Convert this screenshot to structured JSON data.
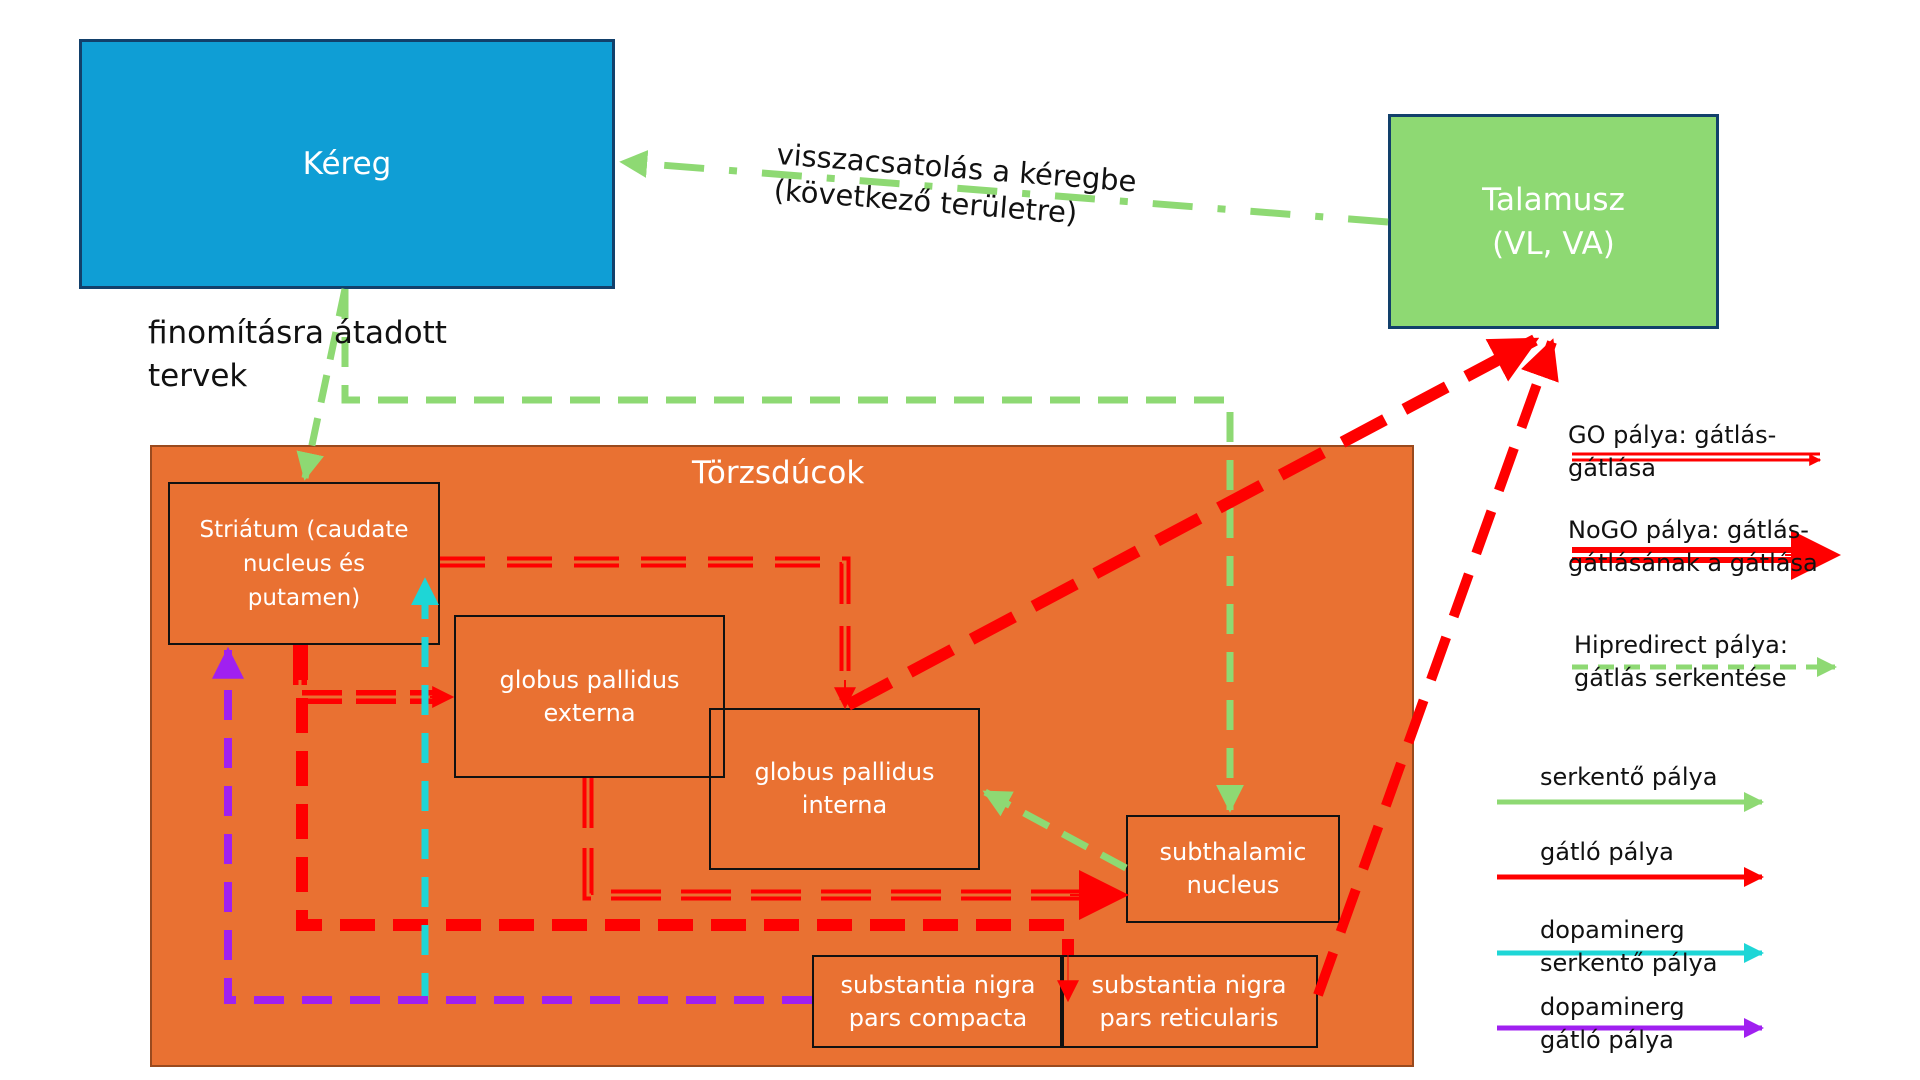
{
  "nodes": {
    "kereg": {
      "label": "Kéreg"
    },
    "talamusz": {
      "line1": "Talamusz",
      "line2": "(VL, VA)"
    },
    "torzsducok": {
      "label": "Törzsdúcok"
    },
    "striatum": {
      "line1": "Striátum (caudate",
      "line2": "nucleus és",
      "line3": "putamen)"
    },
    "gpe": {
      "line1": "globus pallidus",
      "line2": "externa"
    },
    "gpi": {
      "line1": "globus pallidus",
      "line2": "interna"
    },
    "stn": {
      "line1": "subthalamic",
      "line2": "nucleus"
    },
    "snc": {
      "line1": "substantia nigra",
      "line2": "pars compacta"
    },
    "snr": {
      "line1": "substantia nigra",
      "line2": "pars reticularis"
    }
  },
  "edge_labels": {
    "feedback_line1": "visszacsatolás a kéregbe",
    "feedback_line2": "(következő területre)",
    "plans_line1": "finomításra átadott",
    "plans_line2": "tervek"
  },
  "legend": {
    "go": {
      "line1": "GO pálya: gátlás-",
      "line2": "gátlása"
    },
    "nogo": {
      "line1": "NoGO pálya: gátlás-",
      "line2": "gátlásának a gátlása"
    },
    "hyperdirect": {
      "line1": "Hipredirect pálya:",
      "line2": "gátlás serkentése"
    },
    "excitatory": {
      "line1": "serkentő pálya"
    },
    "inhibitory": {
      "line1": "gátló pálya"
    },
    "dopa_exc": {
      "line1": "dopaminerg",
      "line2": "serkentő pálya"
    },
    "dopa_inh": {
      "line1": "dopaminerg",
      "line2": "gátló pálya"
    }
  },
  "colors": {
    "cortex": "#0f9ed5",
    "thalamus": "#8ed973",
    "basal_ganglia": "#e97132",
    "excitatory": "#8ed973",
    "inhibitory": "#ff0000",
    "dopa_excitatory": "#1ed6d6",
    "dopa_inhibitory": "#a020f0"
  }
}
